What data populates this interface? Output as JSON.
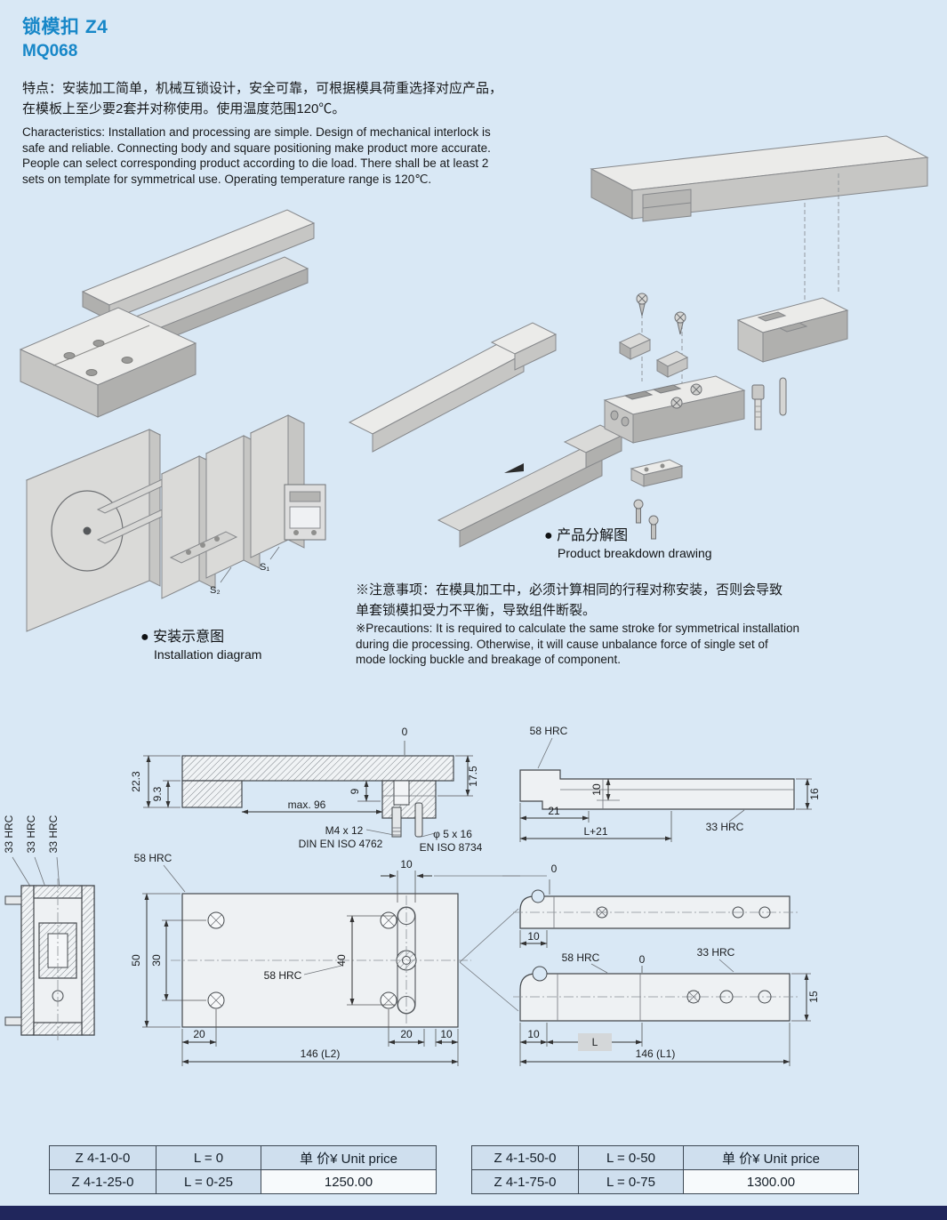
{
  "page": {
    "title": "锁模扣 Z4",
    "model": "MQ068",
    "features_cn_1": "特点：安装加工简单，机械互锁设计，安全可靠，可根据模具荷重选择对应产品，",
    "features_cn_2": "在模板上至少要2套并对称使用。使用温度范围120℃。",
    "features_en_1": "Characteristics: Installation and processing are simple. Design of mechanical interlock is",
    "features_en_2": "safe and reliable. Connecting body and square positioning make product more accurate.",
    "features_en_3": "People can select corresponding product according to die load. There shall be at least 2",
    "features_en_4": "sets on template for symmetrical use. Operating temperature range is 120℃."
  },
  "captions": {
    "breakdown_cn": "● 产品分解图",
    "breakdown_en": "Product breakdown drawing",
    "installation_cn": "● 安装示意图",
    "installation_en": "Installation diagram"
  },
  "notice": {
    "cn_1": "※注意事项：在模具加工中，必须计算相同的行程对称安装，否则会导致",
    "cn_2": "单套锁模扣受力不平衡，导致组件断裂。",
    "en_1": "※Precautions: It is required to calculate the same stroke for symmetrical installation",
    "en_2": "during die processing. Otherwise, it will cause unbalance force of single set of",
    "en_3": "mode locking buckle and breakage of component."
  },
  "installation_labels": {
    "s2": "S₂",
    "s1": "S₁"
  },
  "section_view": {
    "zero": "0",
    "d223": "22.3",
    "d93": "9.3",
    "d175": "17.5",
    "d9": "9",
    "max96": "max. 96",
    "screw1": "M4 x 12",
    "screw2": "DIN EN ISO 4762",
    "pin1": "φ 5 x 16",
    "pin2": "EN ISO 8734"
  },
  "side_view": {
    "hrc58": "58 HRC",
    "d21": "21",
    "d10": "10",
    "dl21": "L+21",
    "hrc33": "33 HRC",
    "d16": "16"
  },
  "cross_section": {
    "hrc33_1": "33 HRC",
    "hrc33_2": "33 HRC",
    "hrc33_3": "33 HRC"
  },
  "plan_view": {
    "hrc58_top": "58 HRC",
    "d10_top": "10",
    "d50": "50",
    "d30": "30",
    "d40": "40",
    "hrc58_mid": "58 HRC",
    "d20_left": "20",
    "d20_right": "20",
    "d10_bottom": "10",
    "d146": "146 (L2)"
  },
  "arm_views": {
    "zero_top": "0",
    "d10_top": "10",
    "hrc58": "58 HRC",
    "zero_mid": "0",
    "hrc33": "33 HRC",
    "d15": "15",
    "d10_bottom": "10",
    "dl": "L",
    "d146": "146 (L1)"
  },
  "tables": {
    "left": {
      "rows": [
        [
          "Z 4-1-0-0",
          "L = 0",
          "单 价¥ Unit price"
        ],
        [
          "Z 4-1-25-0",
          "L = 0-25",
          "1250.00"
        ]
      ]
    },
    "right": {
      "rows": [
        [
          "Z 4-1-50-0",
          "L = 0-50",
          "单 价¥ Unit price"
        ],
        [
          "Z 4-1-75-0",
          "L = 0-75",
          "1300.00"
        ]
      ]
    }
  },
  "colors": {
    "title_blue": "#1787c8",
    "page_bg": "#d9e8f5",
    "footer_navy": "#20265c",
    "table_cell_bg": "#cfdfee",
    "table_price_bg": "#f7fafc"
  }
}
